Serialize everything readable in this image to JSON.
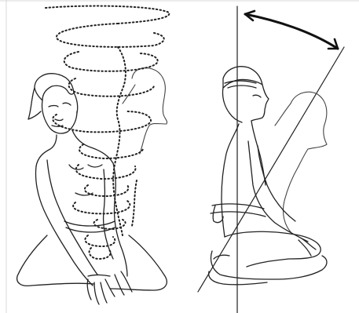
{
  "figure": {
    "panels": [
      {
        "id": "left",
        "subject": "kneeling-figure-spiral"
      },
      {
        "id": "right",
        "subject": "kneeling-figure-lean-arc"
      }
    ],
    "colors": {
      "ink": "#222222",
      "ghost": "#444444",
      "background": "#ffffff",
      "frame": "#d8d8d8"
    }
  }
}
